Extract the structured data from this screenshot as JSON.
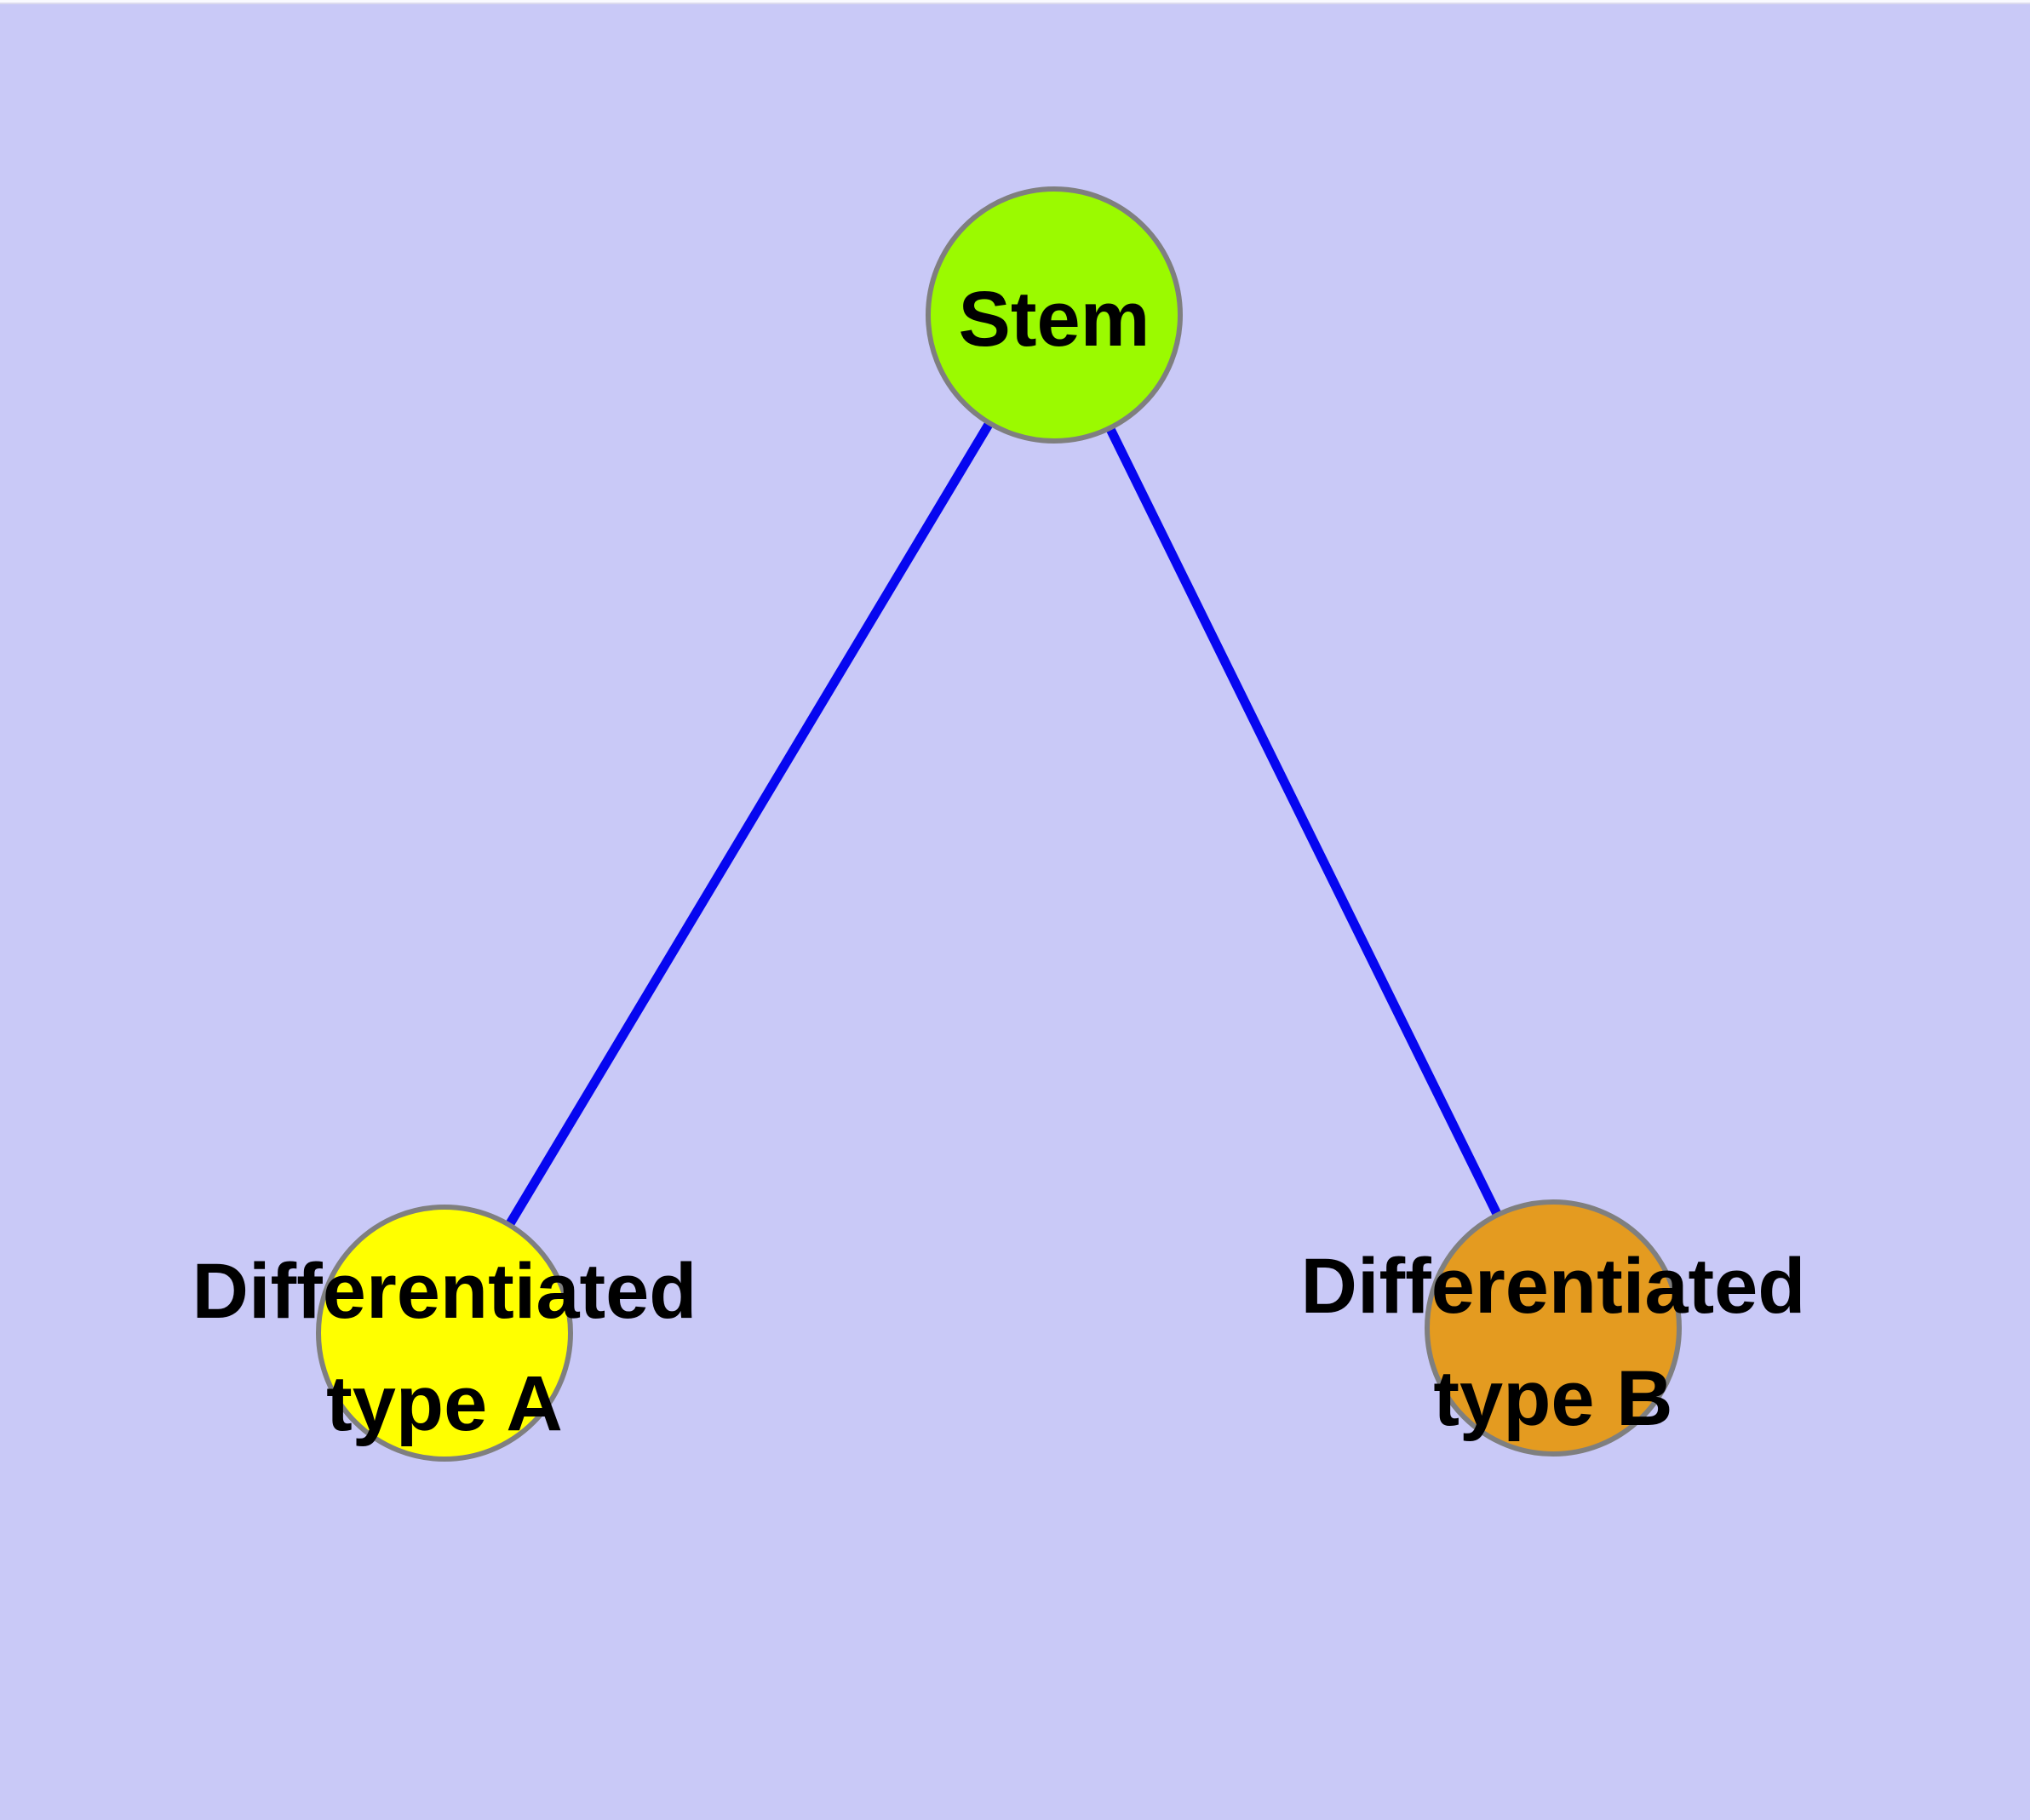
{
  "page": {
    "background": "#c9c9f7",
    "top_edge_color": "#fafaff"
  },
  "diagram": {
    "title": "stem cell differentiation diagram",
    "edge_color": "#0606f0",
    "node_border_color": "#7f7f7f",
    "text_color": "#000000",
    "nodes": {
      "stem": {
        "label": "Stem",
        "fill": "#9bfa00"
      },
      "type_a": {
        "label": "Differentiated type A",
        "line1": "Differentiated",
        "line2": "type A",
        "fill": "#ffff00"
      },
      "type_b": {
        "label": "Differentiated type B",
        "line1": "Differentiated",
        "line2": "type B",
        "fill": "#e49b20"
      }
    },
    "edges": [
      {
        "from": "Stem",
        "to": "Differentiated type A"
      },
      {
        "from": "Stem",
        "to": "Differentiated type B"
      }
    ]
  }
}
